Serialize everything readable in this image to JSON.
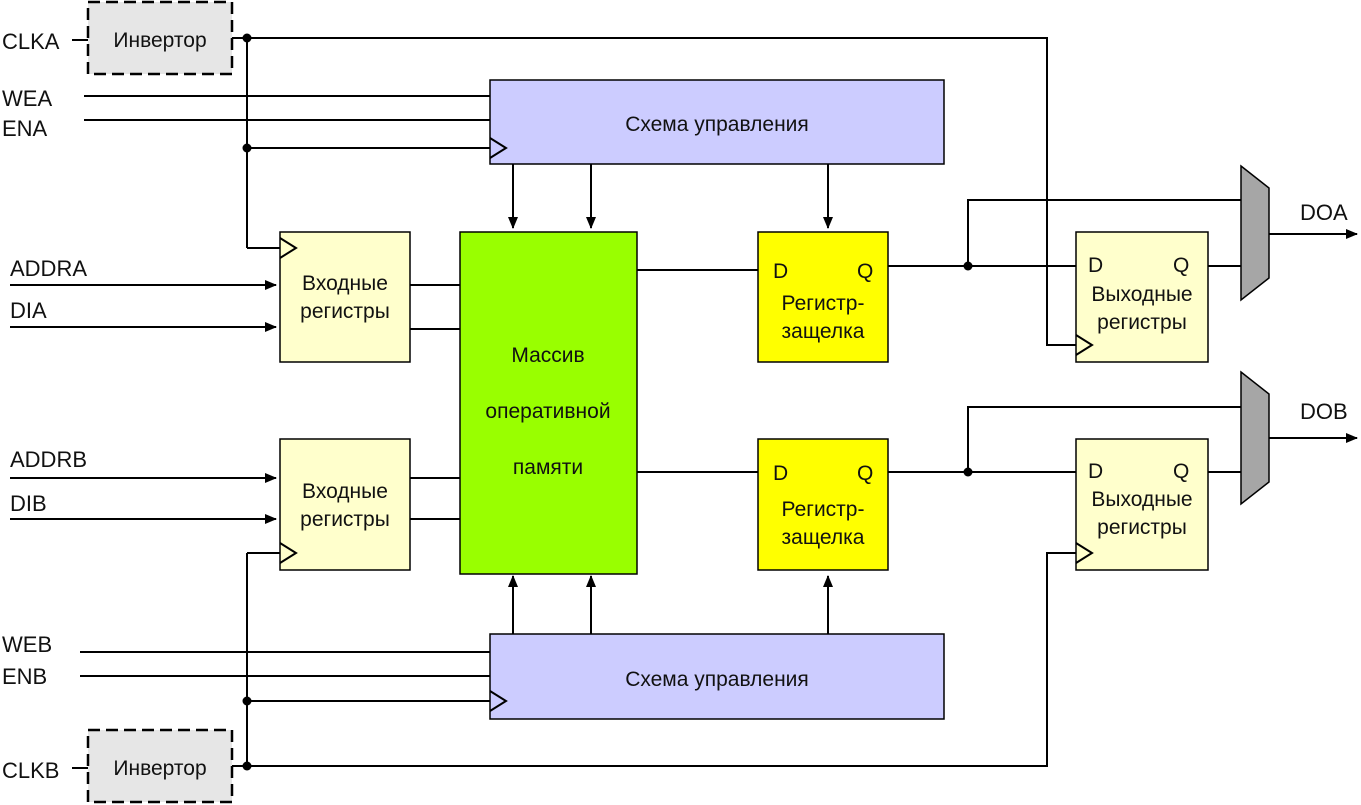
{
  "signals": {
    "clka": "CLKA",
    "wea": "WEA",
    "ena": "ENA",
    "addra": "ADDRA",
    "dia": "DIA",
    "addrb": "ADDRB",
    "dib": "DIB",
    "web": "WEB",
    "enb": "ENB",
    "clkb": "CLKB",
    "doa": "DOA",
    "dob": "DOB"
  },
  "blocks": {
    "inverter_top": "Инвертор",
    "inverter_bottom": "Инвертор",
    "control_top": "Схема управления",
    "control_bottom": "Схема управления",
    "input_regs_a": [
      "Входные",
      "регистры"
    ],
    "input_regs_b": [
      "Входные",
      "регистры"
    ],
    "ram_array": [
      "Массив",
      "оперативной",
      "памяти"
    ],
    "latch_a": {
      "d": "D",
      "q": "Q",
      "lines": [
        "Регистр-",
        "защелка"
      ]
    },
    "latch_b": {
      "d": "D",
      "q": "Q",
      "lines": [
        "Регистр-",
        "защелка"
      ]
    },
    "output_regs_a": {
      "d": "D",
      "q": "Q",
      "lines": [
        "Выходные",
        "регистры"
      ]
    },
    "output_regs_b": {
      "d": "D",
      "q": "Q",
      "lines": [
        "Выходные",
        "регистры"
      ]
    }
  },
  "colors": {
    "inverter_fill": "#e6e6e6",
    "control_fill": "#ccccff",
    "input_regs_fill": "#ffffcc",
    "ram_fill": "#99ff00",
    "latch_fill": "#ffff00",
    "output_regs_fill": "#ffffcc",
    "mux_fill": "#a6a6a6"
  }
}
